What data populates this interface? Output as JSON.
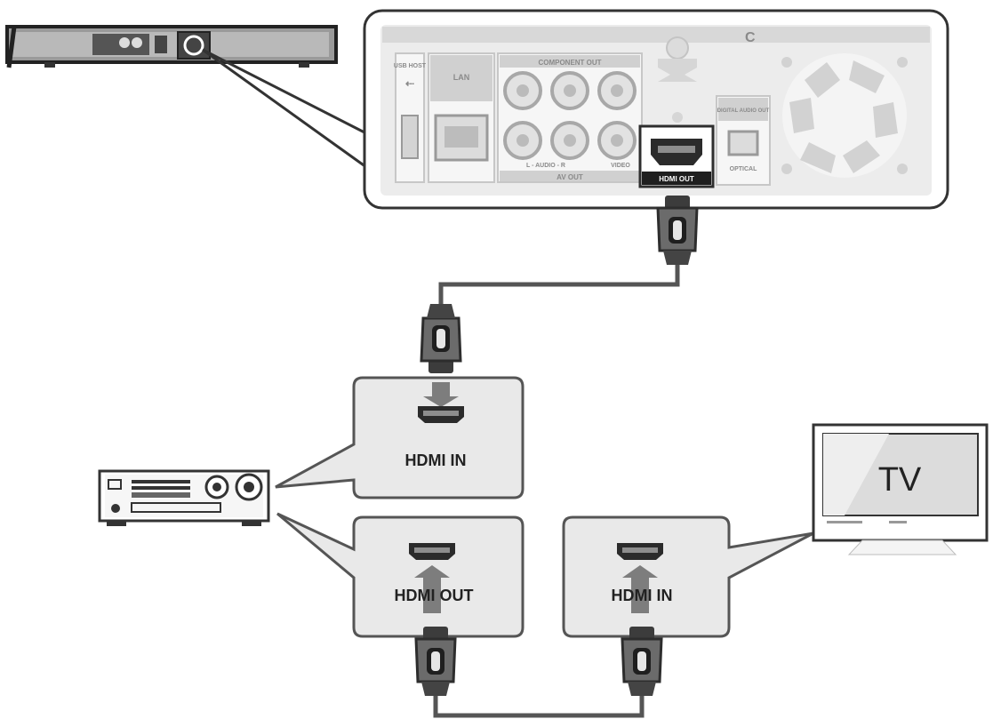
{
  "player_panel": {
    "usb_host_label": "USB HOST",
    "usb_symbol": "⇠",
    "lan_label": "LAN",
    "component_out_label": "COMPONENT OUT",
    "audio_label": "L - AUDIO - R",
    "video_label": "VIDEO",
    "av_out_label": "AV OUT",
    "hdmi_out_label": "HDMI OUT",
    "digital_audio_out_label": "DIGITAL AUDIO OUT",
    "optical_label": "OPTICAL"
  },
  "receiver_callouts": {
    "hdmi_in_label": "HDMI IN",
    "hdmi_out_label": "HDMI OUT"
  },
  "tv_callout": {
    "hdmi_in_label": "HDMI IN"
  },
  "tv": {
    "label": "TV"
  },
  "colors": {
    "panel_fill": "#f2f2f2",
    "panel_stroke": "#5a5a5a",
    "cable": "#555555",
    "plug": "#6b6b6b",
    "callout": "#e9e9e9"
  }
}
